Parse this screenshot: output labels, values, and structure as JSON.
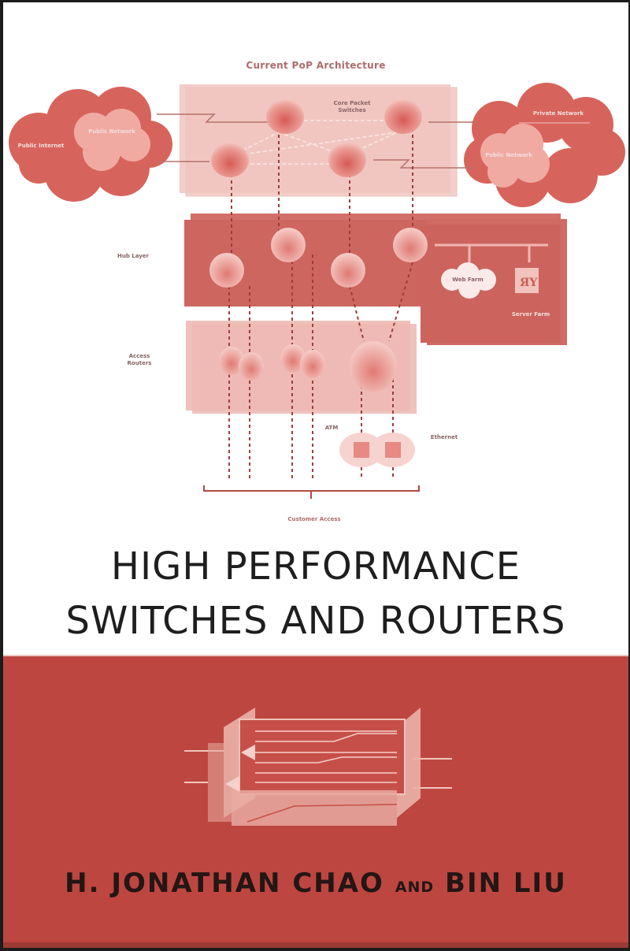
{
  "cover": {
    "diagram": {
      "title": "Current PoP Architecture",
      "labels": {
        "core_switches": "Core Packet Switches",
        "left_cloud_outer": "Public Internet",
        "left_cloud_inner": "Public Network",
        "right_cloud_outer": "Private Network",
        "right_cloud_inner": "Public Network",
        "hub_layer": "Hub Layer",
        "web_farm": "Web Farm",
        "server_label": "Server Farm",
        "access_routers": "Access Routers",
        "atm": "ATM",
        "ethernet": "Ethernet",
        "customer_access": "Customer Access"
      }
    },
    "title_line1": "HIGH PERFORMANCE",
    "title_line2": "SWITCHES AND ROUTERS",
    "authors": {
      "author1": "H. JONATHAN CHAO",
      "conjunction": "AND",
      "author2": "BIN LIU"
    },
    "colors": {
      "band_red": "#be4640",
      "diagram_pink": "#f0c6c2",
      "diagram_red": "#cf6a62",
      "title_text": "#1e1e1e"
    }
  }
}
